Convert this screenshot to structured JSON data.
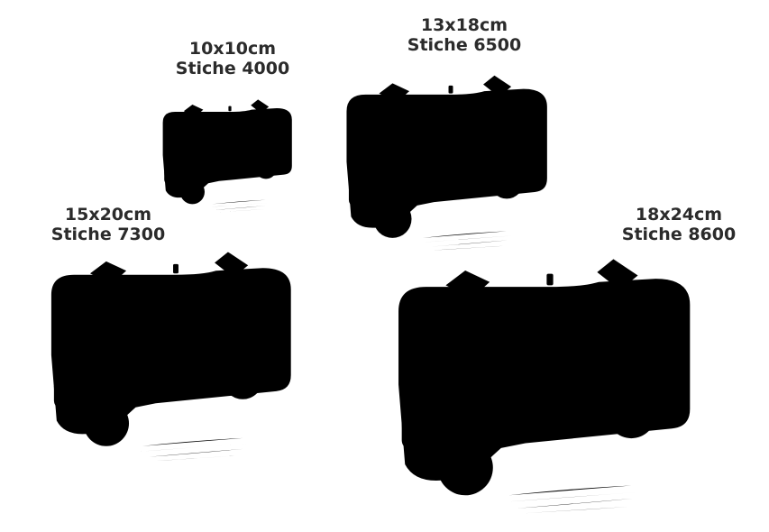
{
  "designs": [
    {
      "size": "10x10cm",
      "stitches": "Stiche  4000"
    },
    {
      "size": "13x18cm",
      "stitches": "Stiche  6500"
    },
    {
      "size": "15x20cm",
      "stitches": "Stiche  7300"
    },
    {
      "size": "18x24cm",
      "stitches": "Stiche  8600"
    }
  ],
  "colors": {
    "outline": "#1e1e1e",
    "grass": "#8a6a3a",
    "background": "#ffffff",
    "text": "#2b2b2b"
  }
}
